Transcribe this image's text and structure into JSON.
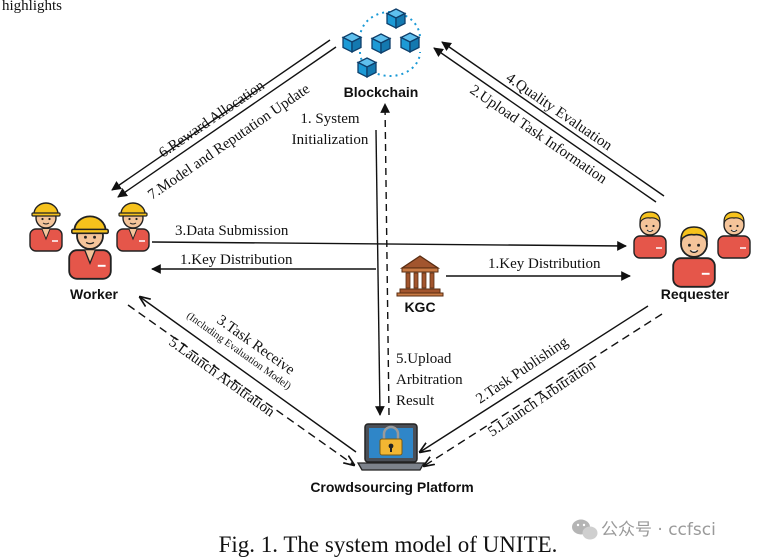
{
  "top_text": "highlights",
  "nodes": {
    "blockchain": "Blockchain",
    "worker": "Worker",
    "requester": "Requester",
    "kgc": "KGC",
    "platform": "Crowdsourcing Platform"
  },
  "edges": {
    "system_init_1": "1. System",
    "system_init_2": "Initialization",
    "reward_allocation": "6.Reward Allocation",
    "model_reputation_update": "7.Model and Reputation Update",
    "quality_evaluation": "4.Quality Evaluation",
    "upload_task_info": "2.Upload Task Information",
    "data_submission": "3.Data Submission",
    "key_distribution_left": "1.Key Distribution",
    "key_distribution_right": "1.Key Distribution",
    "task_receive": "3.Task Receive",
    "including_eval_model": "(Including Evaluation Model)",
    "launch_arbitration_left": "5.Launch Arbitration",
    "upload_arbitration_1": "5.Upload",
    "upload_arbitration_2": "Arbitration",
    "upload_arbitration_3": "Result",
    "task_publishing": "2.Task Publishing",
    "launch_arbitration_right": "5.Launch Arbitration"
  },
  "caption": "Fig. 1.  The system model of UNITE.",
  "watermark": "公众号 · ccfsci",
  "colors": {
    "block": "#1c9ad6",
    "helmet": "#f6c21c",
    "shirt": "#e5564a",
    "skin": "#f4c49a",
    "kgc": "#a2552e",
    "lock": "#f2b632"
  },
  "icons": [
    "blockchain-cubes-icon",
    "worker-group-icon",
    "requester-group-icon",
    "bank-icon",
    "laptop-lock-icon",
    "wechat-icon"
  ]
}
